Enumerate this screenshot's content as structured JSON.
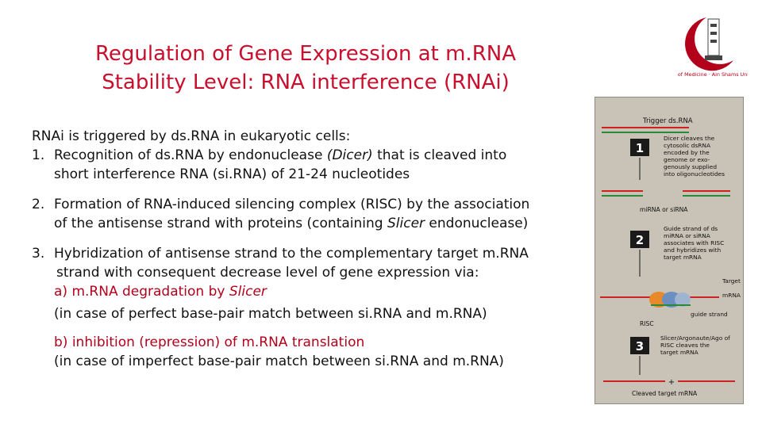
{
  "title": {
    "line1": "Regulation of Gene Expression at m.RNA",
    "line2": "Stability Level: RNA interference (RNAi)"
  },
  "body": {
    "intro": "RNAi is triggered by ds.RNA in eukaryotic cells:",
    "item1": {
      "num": "1.",
      "a": "Recognition of ds.RNA by endonuclease ",
      "dicer": "(Dicer)",
      "b": " that is cleaved into",
      "line2": "short interference RNA (si.RNA) of 21-24 nucleotides"
    },
    "item2": {
      "num": "2.",
      "line1": "Formation of RNA-induced silencing complex (RISC) by the association",
      "line2a": "of the antisense strand with proteins (containing ",
      "slicer": "Slicer",
      "line2b": " endonuclease)"
    },
    "item3": {
      "num": "3.",
      "line1": "Hybridization of antisense strand to the complementary target m.RNA",
      "line2": "strand with consequent decrease level of gene expression via:",
      "a_label": "a) m.RNA degradation by ",
      "a_slicer": "Slicer",
      "a_note": "(in case of perfect base-pair match between si.RNA and m.RNA)",
      "b_label": "b) inhibition (repression) of m.RNA translation",
      "b_note": "(in case of imperfect base-pair match between si.RNA and m.RNA)"
    }
  },
  "logo": {
    "text": "Faculty of Medicine · Ain Shams University",
    "color": "#b3001b"
  },
  "figure": {
    "trigger": "Trigger ds.RNA",
    "step1": {
      "num": "1",
      "text": [
        "Dicer cleaves the",
        "cytosolic dsRNA",
        "encoded by the",
        "genome or exo-",
        "genously supplied",
        "into oligonucleotides"
      ]
    },
    "mirna": "miRNA or siRNA",
    "step2": {
      "num": "2",
      "text": [
        "Guide strand of ds",
        "miRNA or siRNA",
        "associates with RISC",
        "and hybridizes with",
        "target mRNA"
      ]
    },
    "target": "Target",
    "mrna": "mRNA",
    "risc": "RISC",
    "guide": "guide strand",
    "step3": {
      "num": "3",
      "text": [
        "Slicer/Argonaute/Ago of",
        "RISC cleaves the",
        "target mRNA"
      ]
    },
    "cleaved": "Cleaved target mRNA",
    "plus": "+"
  }
}
